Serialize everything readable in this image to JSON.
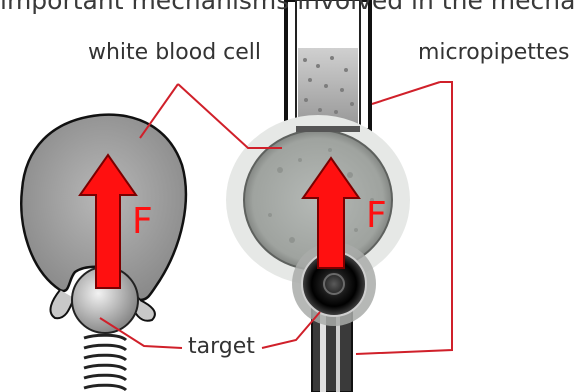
{
  "caption": "important mechanisms involved in the mechanical",
  "labels": {
    "white_blood_cell": "white blood cell",
    "micropipettes": "micropipettes",
    "target": "target",
    "force_left": "F",
    "force_right": "F"
  },
  "colors": {
    "arrow": "#ff1010",
    "leader_line": "#d0202a",
    "text": "#333333"
  }
}
